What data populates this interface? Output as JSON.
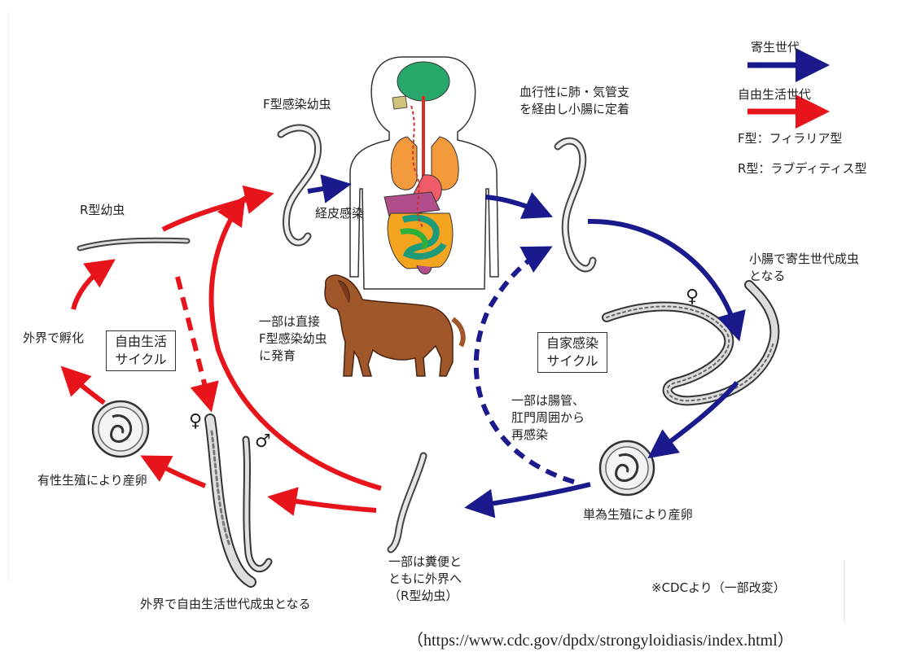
{
  "legend": {
    "parasitic": "寄生世代",
    "free_living": "自由生活世代",
    "f_type": "F型：フィラリア型",
    "r_type": "R型：ラブディティス型"
  },
  "labels": {
    "f_larva": "F型感染幼虫",
    "percutaneous": "経皮感染",
    "blood_route": "血行性に肺・気管支\nを経由し小腸に定着",
    "r_larva": "R型幼虫",
    "hatch": "外界で孵化",
    "direct": "一部は直接\nF型感染幼虫\nに発育",
    "small_intestine": "小腸で寄生世代成虫\nとなる",
    "reinfect": "一部は腸管、\n肛門周囲から\n再感染",
    "sexual": "有性生殖により産卵",
    "parthenogenesis": "単為生殖により産卵",
    "feces": "一部は糞便と\nともに外界へ\n（R型幼虫）",
    "free_adult": "外界で自由生活世代成虫となる",
    "cdc_note": "※CDCより（一部改変）"
  },
  "boxes": {
    "free_cycle": "自由生活\nサイクル",
    "auto_cycle": "自家感染\nサイクル"
  },
  "symbols": {
    "female": "♀",
    "male": "♂"
  },
  "source": "（https://www.cdc.gov/dpdx/strongyloidiasis/index.html）",
  "colors": {
    "parasitic": "#1a1a8c",
    "free_living": "#e8141c"
  }
}
